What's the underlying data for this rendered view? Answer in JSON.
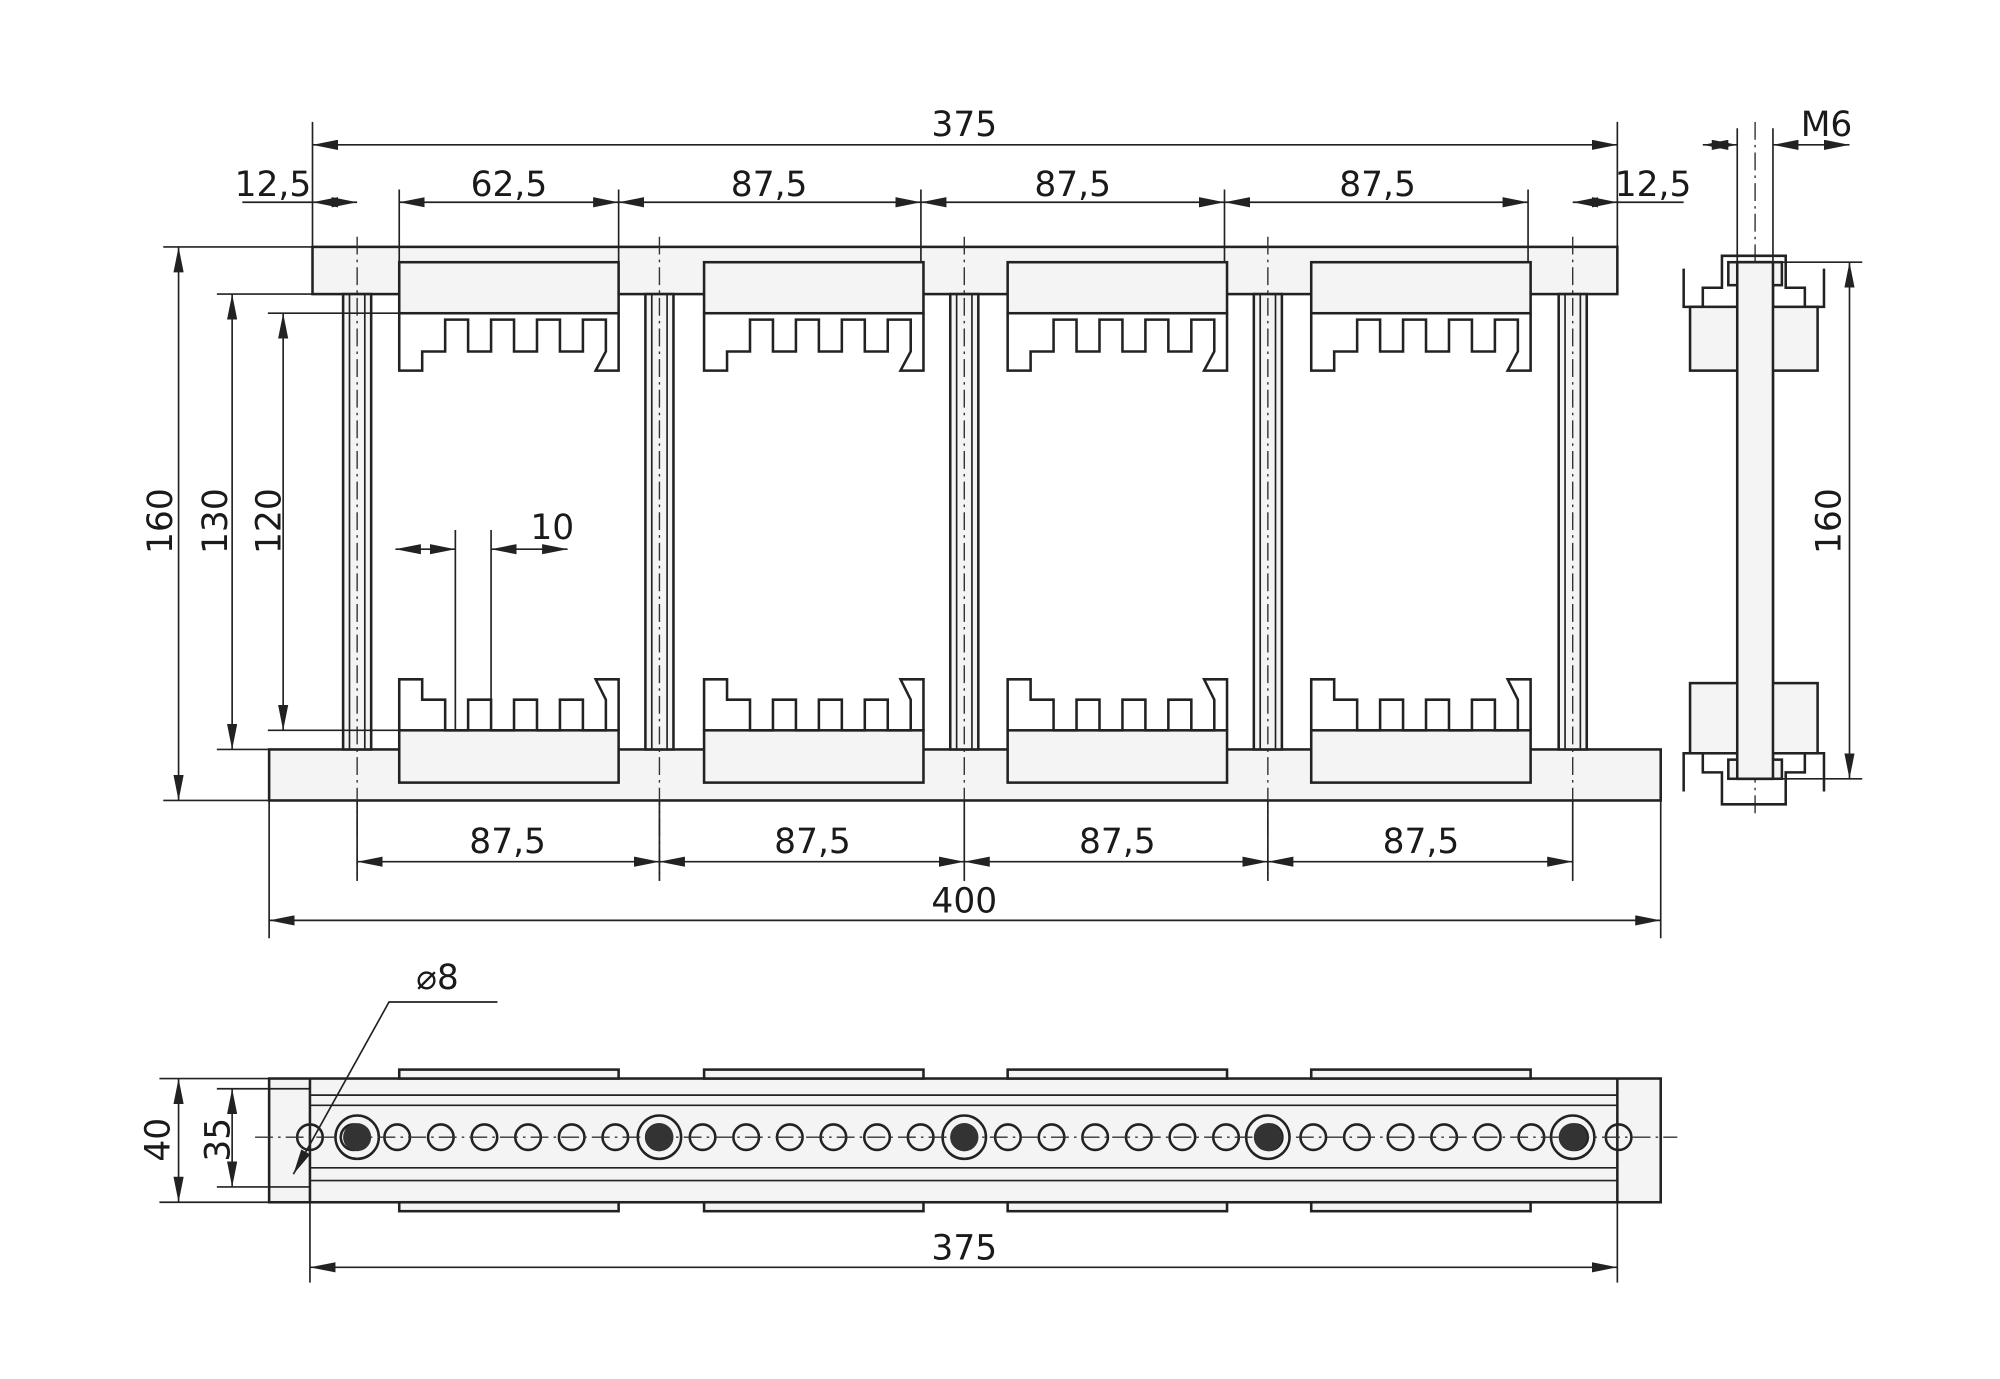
{
  "front_view": {
    "top_dims": {
      "overall": "375",
      "left_margin": "12,5",
      "first_pitch": "62,5",
      "pitch_2": "87,5",
      "pitch_3": "87,5",
      "pitch_4": "87,5",
      "right_margin": "12,5"
    },
    "left_dims": {
      "height_overall": "160",
      "height_inner": "130",
      "height_clamp": "120"
    },
    "slot_width": "10",
    "bottom_dims": {
      "pitch_1": "87,5",
      "pitch_2": "87,5",
      "pitch_3": "87,5",
      "pitch_4": "87,5",
      "overall": "400"
    }
  },
  "side_view": {
    "thread": "M6",
    "height": "160"
  },
  "bottom_view": {
    "hole_diameter": "⌀8",
    "width_outer": "40",
    "width_inner": "35",
    "length": "375"
  }
}
